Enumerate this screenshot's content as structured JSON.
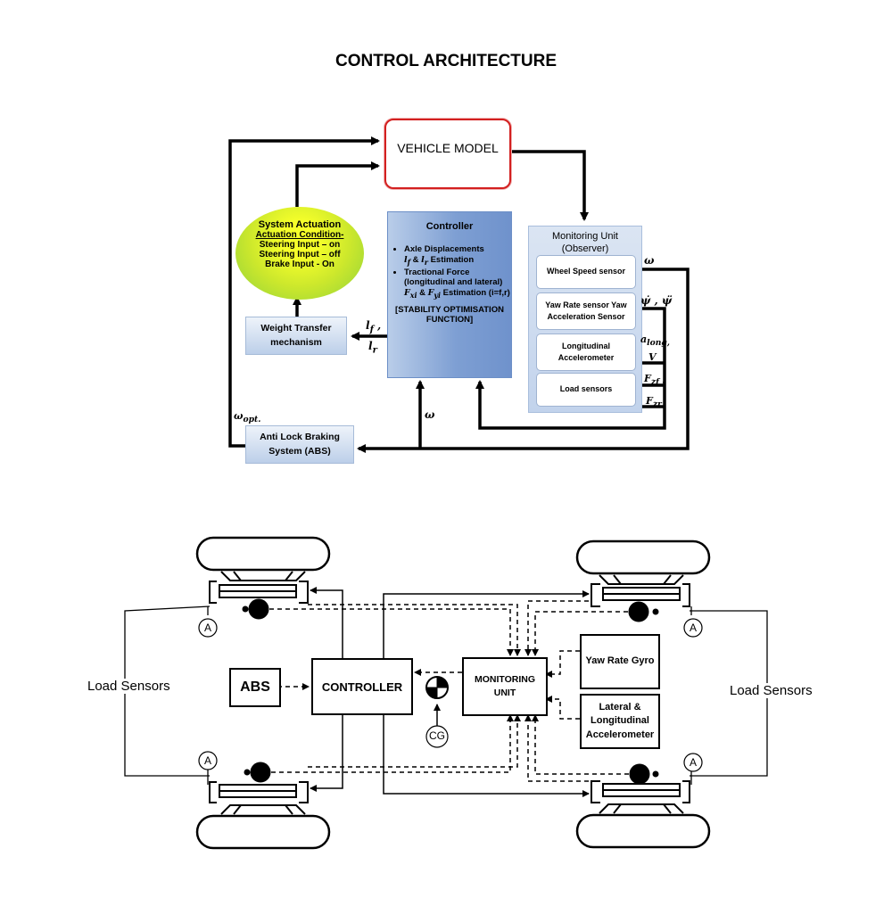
{
  "title": "CONTROL ARCHITECTURE",
  "top_diagram": {
    "vehicle_model": "VEHICLE MODEL",
    "controller": {
      "title": "Controller",
      "bullet1": "Axle Displacements",
      "bullet1_sub": "l_f & l_r Estimation",
      "bullet2": "Tractional Force (longitudinal and lateral)",
      "bullet2_sub": "F_xi & F_yi Estimation (i=f,r)",
      "footer": "[STABILITY OPTIMISATION FUNCTION]"
    },
    "monitoring_unit": {
      "title": "Monitoring Unit (Observer)",
      "sensors": [
        "Wheel Speed sensor",
        "Yaw Rate sensor Yaw Acceleration Sensor",
        "Longitudinal Accelerometer",
        "Load sensors"
      ]
    },
    "system_actuation": {
      "title": "System Actuation",
      "condition": "Actuation Condition-",
      "line1": "Steering Input – on",
      "line2": "Steering Input – off",
      "line3": "Brake Input - On"
    },
    "weight_transfer": "Weight Transfer mechanism",
    "abs_box": "Anti Lock Braking System (ABS)",
    "signals": {
      "omega": "ω",
      "omega_bottom": "ω",
      "psi": "ψ̇ , ψ̈",
      "a_long": "a_long,",
      "v": "V",
      "fzf": "F_zf ,",
      "fzr": "F_zr",
      "lf": "l_f ,",
      "lr": "l_r",
      "omega_opt": "ω_opt."
    }
  },
  "bottom_diagram": {
    "abs": "ABS",
    "controller": "CONTROLLER",
    "monitoring_unit": "MONITORING UNIT",
    "yaw_rate_gyro": "Yaw Rate Gyro",
    "accelerometer": "Lateral & Longitudinal Accelerometer",
    "cg": "CG",
    "load_sensors_left": "Load Sensors",
    "load_sensors_right": "Load Sensors",
    "sensor_marker": "A"
  }
}
